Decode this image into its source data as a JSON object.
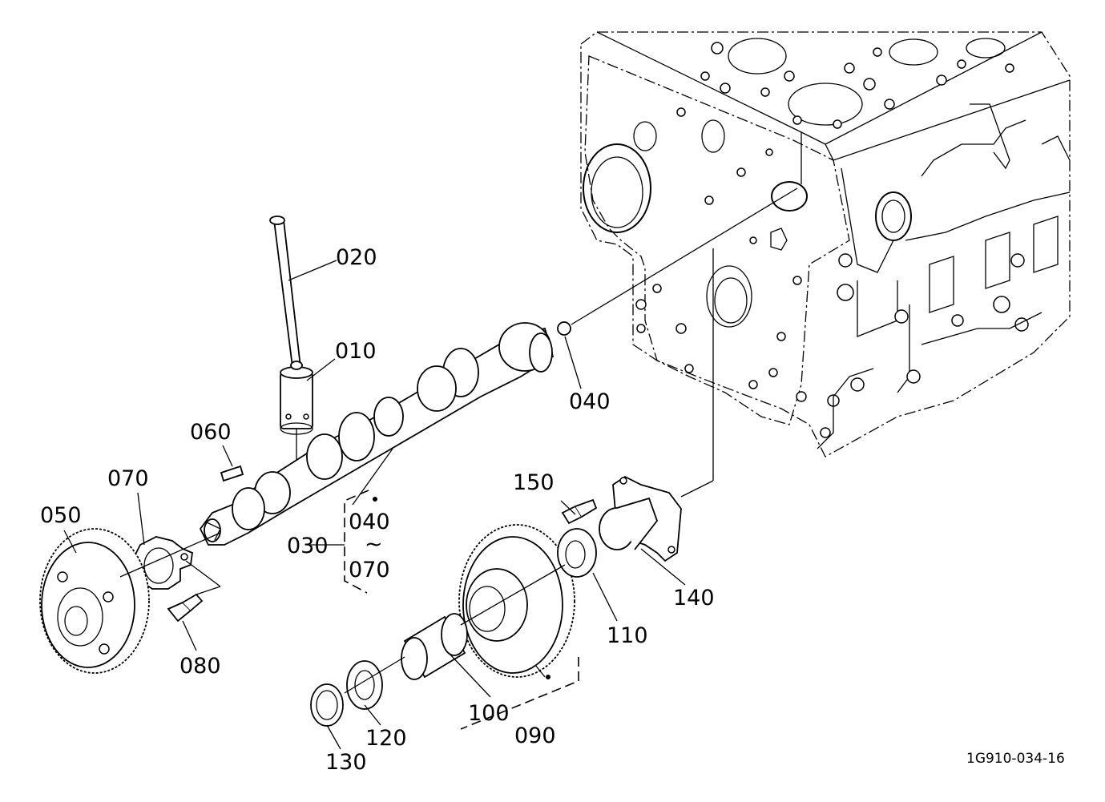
{
  "figure_code": "1G910-034-16",
  "callouts": {
    "p010": "010",
    "p020": "020",
    "p030": "030",
    "p040_a": "040",
    "p040_b": "040",
    "p050": "050",
    "p060": "060",
    "p070_a": "070",
    "p070_b": "070",
    "p080": "080",
    "p090": "090",
    "p100": "100",
    "p110": "110",
    "p120": "120",
    "p130": "130",
    "p140": "140",
    "p150": "150",
    "range_sep": "~"
  }
}
